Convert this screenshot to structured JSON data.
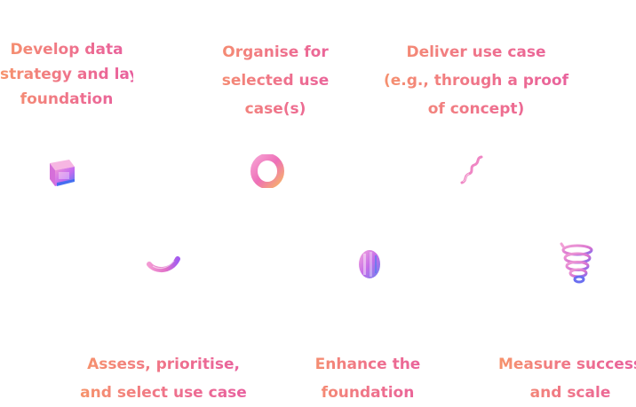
{
  "steps": [
    {
      "lines": [
        "Develop data",
        "strategy and lay",
        "foundation"
      ],
      "icon": "glass-cube-icon"
    },
    {
      "lines": [
        "Organise for",
        "selected use",
        "case(s)"
      ],
      "icon": "glass-torus-icon"
    },
    {
      "lines": [
        "Deliver use case",
        "(e.g., through a proof",
        "of concept)"
      ],
      "icon": "glass-squiggle-icon"
    },
    {
      "lines": [
        "Assess, prioritise,",
        "and select use case"
      ],
      "icon": "glass-arc-icon"
    },
    {
      "lines": [
        "Enhance the",
        "foundation"
      ],
      "icon": "glass-capsule-icon"
    },
    {
      "lines": [
        "Measure success",
        "and scale"
      ],
      "icon": "glass-spiral-icon"
    }
  ],
  "colors": {
    "label_gradient_start": "#f6936b",
    "label_gradient_end": "#e8609e",
    "icon_pink": "#f07fc8",
    "icon_purple": "#a35cf0",
    "icon_blue": "#4c7cf2"
  }
}
